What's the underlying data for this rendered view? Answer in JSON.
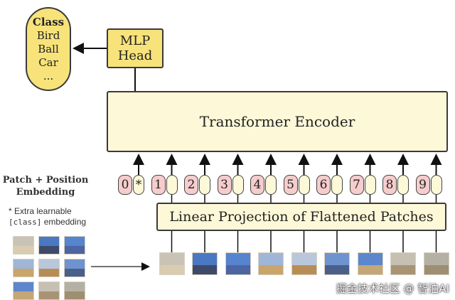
{
  "class_box": {
    "title": "Class",
    "items": [
      "Bird",
      "Ball",
      "Car",
      "..."
    ]
  },
  "mlp_head": {
    "line1": "MLP",
    "line2": "Head"
  },
  "transformer_encoder": {
    "label": "Transformer Encoder"
  },
  "linear_projection": {
    "label": "Linear Projection of Flattened Patches"
  },
  "patch_position_embedding": {
    "line1": "Patch + Position",
    "line2": "Embedding"
  },
  "extra_note": {
    "line1": "* Extra learnable",
    "mono": "[class]",
    "rest": " embedding"
  },
  "tokens": [
    "0",
    "1",
    "2",
    "3",
    "4",
    "5",
    "6",
    "7",
    "8",
    "9"
  ],
  "class_token_marker": "*",
  "watermark": "掘金技术社区 @ 智泊AI",
  "colors": {
    "yellow_fill": "#f7e37a",
    "cream_fill": "#fdf8d8",
    "pink_token": "#f6cccc",
    "border": "#3a3a3a"
  },
  "patch_colors": {
    "sky": [
      "#c9c3b6",
      "#4a78c2",
      "#5684cf",
      "#9fb6d8",
      "#b9c7dc",
      "#6e93cf",
      "#5c87cc",
      "#c6c0b3",
      "#b5b0a4"
    ],
    "building": [
      "#d9ccb0",
      "#3e4a6a",
      "#4c65a3",
      "#c9a56a",
      "#b88d55",
      "#4a5f8a",
      "#c4a776",
      "#a89474",
      "#9e8f72"
    ]
  }
}
